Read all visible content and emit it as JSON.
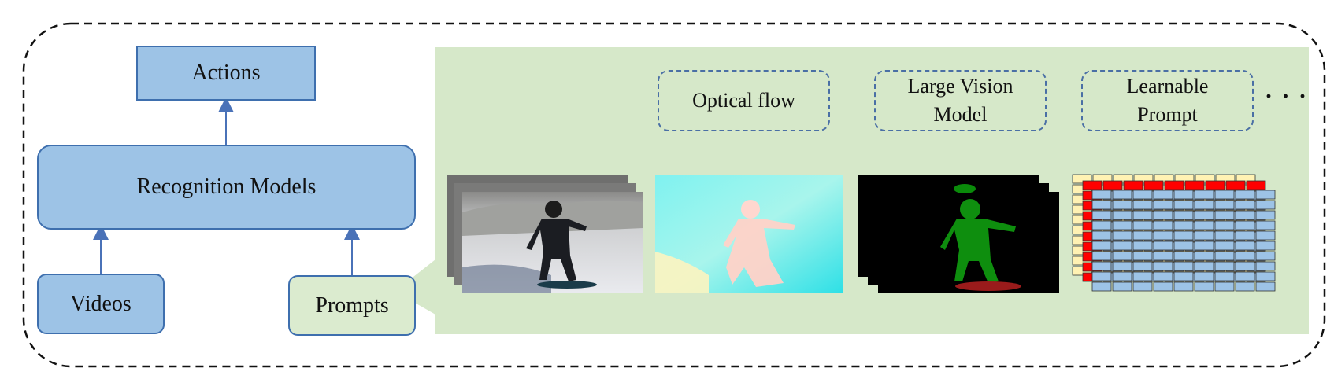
{
  "nodes": {
    "actions": "Actions",
    "recognition_models": "Recognition Models",
    "videos": "Videos",
    "prompts": "Prompts"
  },
  "prompt_types": [
    "Optical flow",
    "Large Vision Model",
    "Learnable Prompt"
  ],
  "ellipsis": "· · ·",
  "colors": {
    "box_fill": "#9dc3e6",
    "box_border": "#3e6fae",
    "prompt_panel": "#d6e8c9",
    "learnable_prompt_cells": "#9dc3e6",
    "prompt_tokens_red": "#ff0000",
    "prompt_tokens_yellow": "#fff2b3"
  }
}
